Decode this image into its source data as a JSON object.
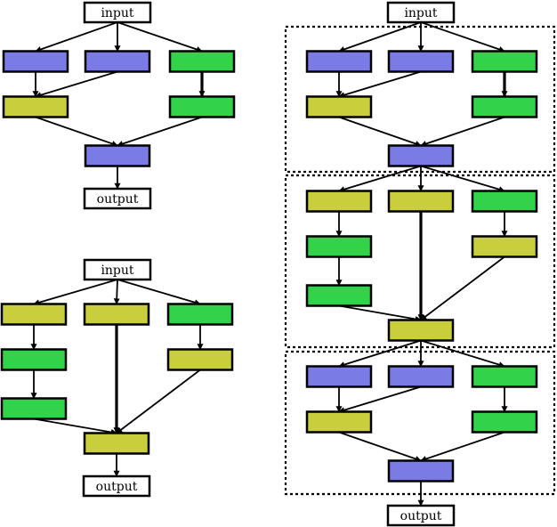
{
  "colors": {
    "blue": "#7b7be6",
    "green": "#33d24b",
    "yellow": "#c9cf3c"
  },
  "labels": {
    "input": "input",
    "output": "output"
  },
  "diagrams": [
    {
      "name": "top-left-cell",
      "nodes": [
        {
          "id": "in",
          "kind": "io",
          "text": "input"
        },
        {
          "id": "a1",
          "kind": "block",
          "color": "blue"
        },
        {
          "id": "a2",
          "kind": "block",
          "color": "blue"
        },
        {
          "id": "a3",
          "kind": "block",
          "color": "green"
        },
        {
          "id": "b1",
          "kind": "block",
          "color": "yellow"
        },
        {
          "id": "b3",
          "kind": "block",
          "color": "green"
        },
        {
          "id": "c",
          "kind": "block",
          "color": "blue"
        },
        {
          "id": "out",
          "kind": "io",
          "text": "output"
        }
      ],
      "edges": [
        [
          "in",
          "a1"
        ],
        [
          "in",
          "a2"
        ],
        [
          "in",
          "a3"
        ],
        [
          "a1",
          "b1"
        ],
        [
          "a2",
          "b1"
        ],
        [
          "a3",
          "b3",
          "thick"
        ],
        [
          "b1",
          "c"
        ],
        [
          "b3",
          "c"
        ],
        [
          "c",
          "out"
        ]
      ]
    },
    {
      "name": "bottom-left-cell",
      "nodes": [
        {
          "id": "in",
          "kind": "io",
          "text": "input"
        },
        {
          "id": "a1",
          "kind": "block",
          "color": "yellow"
        },
        {
          "id": "a2",
          "kind": "block",
          "color": "yellow"
        },
        {
          "id": "a3",
          "kind": "block",
          "color": "green"
        },
        {
          "id": "b1",
          "kind": "block",
          "color": "green"
        },
        {
          "id": "b3",
          "kind": "block",
          "color": "yellow"
        },
        {
          "id": "d1",
          "kind": "block",
          "color": "green"
        },
        {
          "id": "c",
          "kind": "block",
          "color": "yellow"
        },
        {
          "id": "out",
          "kind": "io",
          "text": "output"
        }
      ],
      "edges": [
        [
          "in",
          "a1"
        ],
        [
          "in",
          "a2"
        ],
        [
          "in",
          "a3"
        ],
        [
          "a1",
          "b1"
        ],
        [
          "b1",
          "d1"
        ],
        [
          "a3",
          "b3"
        ],
        [
          "a2",
          "c",
          "thick"
        ],
        [
          "d1",
          "c"
        ],
        [
          "b3",
          "c"
        ],
        [
          "c",
          "out"
        ]
      ]
    },
    {
      "name": "right-network",
      "nodes": [
        {
          "id": "in",
          "kind": "io",
          "text": "input"
        },
        {
          "id": "p1",
          "kind": "block",
          "color": "blue"
        },
        {
          "id": "p2",
          "kind": "block",
          "color": "blue"
        },
        {
          "id": "p3",
          "kind": "block",
          "color": "green"
        },
        {
          "id": "q1",
          "kind": "block",
          "color": "yellow"
        },
        {
          "id": "q3",
          "kind": "block",
          "color": "green"
        },
        {
          "id": "r",
          "kind": "block",
          "color": "blue"
        },
        {
          "id": "s1",
          "kind": "block",
          "color": "yellow"
        },
        {
          "id": "s2",
          "kind": "block",
          "color": "yellow"
        },
        {
          "id": "s3",
          "kind": "block",
          "color": "green"
        },
        {
          "id": "t1",
          "kind": "block",
          "color": "green"
        },
        {
          "id": "t3",
          "kind": "block",
          "color": "yellow"
        },
        {
          "id": "u1",
          "kind": "block",
          "color": "green"
        },
        {
          "id": "v",
          "kind": "block",
          "color": "yellow"
        },
        {
          "id": "w1",
          "kind": "block",
          "color": "blue"
        },
        {
          "id": "w2",
          "kind": "block",
          "color": "blue"
        },
        {
          "id": "w3",
          "kind": "block",
          "color": "green"
        },
        {
          "id": "x1",
          "kind": "block",
          "color": "yellow"
        },
        {
          "id": "x3",
          "kind": "block",
          "color": "green"
        },
        {
          "id": "y",
          "kind": "block",
          "color": "blue"
        },
        {
          "id": "out",
          "kind": "io",
          "text": "output"
        }
      ],
      "edges": [
        [
          "in",
          "p1"
        ],
        [
          "in",
          "p2"
        ],
        [
          "in",
          "p3"
        ],
        [
          "p1",
          "q1"
        ],
        [
          "p2",
          "q1"
        ],
        [
          "p3",
          "q3",
          "thick"
        ],
        [
          "q1",
          "r"
        ],
        [
          "q3",
          "r"
        ],
        [
          "r",
          "s1"
        ],
        [
          "r",
          "s2"
        ],
        [
          "r",
          "s3"
        ],
        [
          "s1",
          "t1"
        ],
        [
          "t1",
          "u1"
        ],
        [
          "s3",
          "t3"
        ],
        [
          "s2",
          "v",
          "thick"
        ],
        [
          "u1",
          "v"
        ],
        [
          "t3",
          "v"
        ],
        [
          "v",
          "w1"
        ],
        [
          "v",
          "w2"
        ],
        [
          "v",
          "w3"
        ],
        [
          "w1",
          "x1"
        ],
        [
          "w2",
          "x1"
        ],
        [
          "w3",
          "x3"
        ],
        [
          "x1",
          "y"
        ],
        [
          "x3",
          "y"
        ],
        [
          "y",
          "out"
        ]
      ],
      "groups": [
        "module-1",
        "module-2",
        "module-3"
      ]
    }
  ]
}
